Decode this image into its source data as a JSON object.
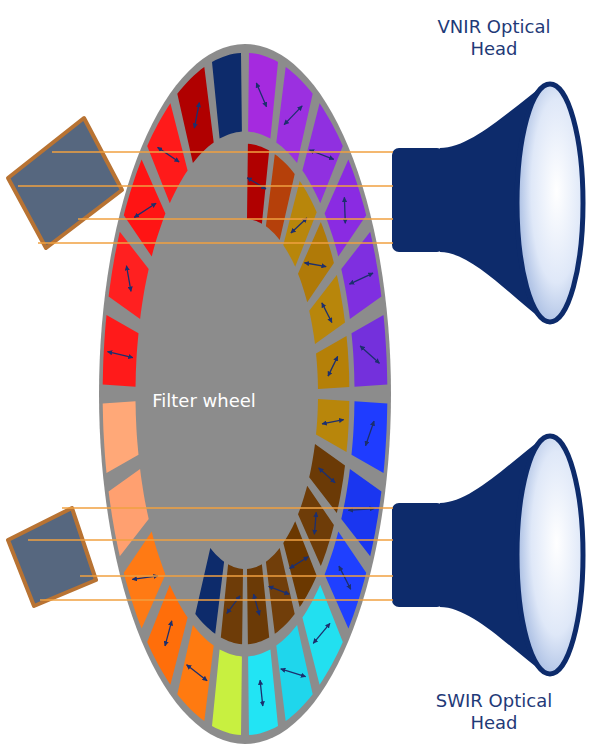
{
  "diagram": {
    "nodes": [
      {
        "text": [
          "VNIR Optical Head"
        ]
      },
      {
        "text": [
          "Filter wheel"
        ]
      },
      {
        "text": [
          "SWIR Optical Head"
        ]
      }
    ]
  }
}
